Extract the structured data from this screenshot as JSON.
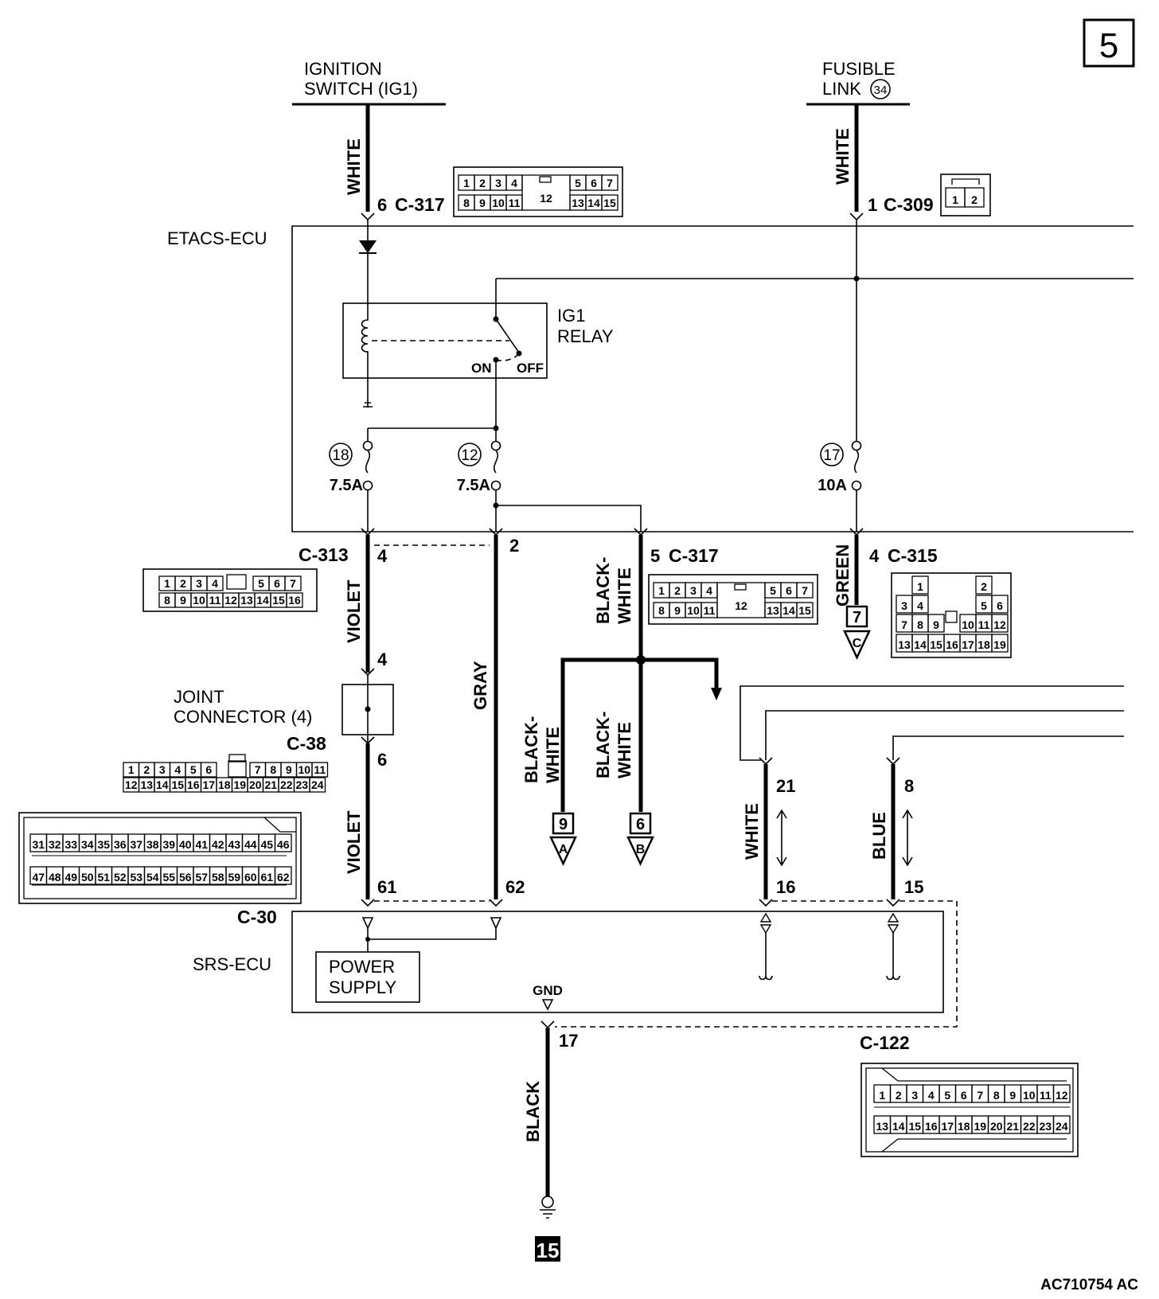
{
  "page_number": "5",
  "figure_id": "AC710754 AC",
  "sources": {
    "ignition_switch": [
      "IGNITION",
      "SWITCH (IG1)"
    ],
    "fusible_link": [
      "FUSIBLE",
      "LINK"
    ],
    "fusible_link_number": "34"
  },
  "modules": {
    "etacs": "ETACS-ECU",
    "srs": "SRS-ECU",
    "power_supply": [
      "POWER",
      "SUPPLY"
    ],
    "gnd": "GND",
    "relay": [
      "IG1",
      "RELAY"
    ],
    "relay_on": "ON",
    "relay_off": "OFF",
    "joint_connector": [
      "JOINT",
      "CONNECTOR (4)"
    ]
  },
  "fuses": [
    {
      "number": "18",
      "rating": "7.5A"
    },
    {
      "number": "12",
      "rating": "7.5A"
    },
    {
      "number": "17",
      "rating": "10A"
    }
  ],
  "connectors": {
    "c317_top": {
      "pin": "6",
      "name": "C-317"
    },
    "c309": {
      "pin": "1",
      "name": "C-309"
    },
    "c313": {
      "name": "C-313",
      "pin_violet": "4",
      "pin_gray": "2"
    },
    "c317_mid": {
      "pin": "5",
      "name": "C-317"
    },
    "c315": {
      "pin": "4",
      "name": "C-315"
    },
    "jc_in": "4",
    "jc_out": "6",
    "c38": {
      "name": "C-38"
    },
    "c30": {
      "name": "C-30",
      "pin_violet": "61",
      "pin_gray": "62"
    },
    "c122": {
      "name": "C-122",
      "pin_white": "16",
      "pin_blue": "15",
      "pin_gnd": "17"
    },
    "white_top_pin": "21",
    "blue_top_pin": "8"
  },
  "wires": {
    "white_ign": "WHITE",
    "white_fl": "WHITE",
    "violet_1": "VIOLET",
    "violet_2": "VIOLET",
    "gray": "GRAY",
    "black_white_1": [
      "BLACK-",
      "WHITE"
    ],
    "black_white_2": [
      "BLACK-",
      "WHITE"
    ],
    "black_white_3": [
      "BLACK-",
      "WHITE"
    ],
    "green": "GREEN",
    "white_srs": "WHITE",
    "blue_srs": "BLUE",
    "black_gnd": "BLACK"
  },
  "references": {
    "green_ref_num": "7",
    "green_ref_letter": "C",
    "bw_ref_a_num": "9",
    "bw_ref_a_letter": "A",
    "bw_ref_b_num": "6",
    "bw_ref_b_letter": "B",
    "ground_ref": "15"
  },
  "connector_faces": {
    "c317_row1": [
      "1",
      "2",
      "3",
      "4",
      "5",
      "6",
      "7"
    ],
    "c317_row2": [
      "8",
      "9",
      "10",
      "11",
      "13",
      "14",
      "15"
    ],
    "c317_center": "12",
    "c309": [
      "1",
      "2"
    ],
    "c313_row1": [
      "1",
      "2",
      "3",
      "4",
      "5",
      "6",
      "7"
    ],
    "c313_row2": [
      "8",
      "9",
      "10",
      "11",
      "12",
      "13",
      "14",
      "15",
      "16"
    ],
    "c315_rows": [
      [
        "1",
        "2"
      ],
      [
        "3",
        "4",
        "5",
        "6"
      ],
      [
        "7",
        "8",
        "9",
        "10",
        "11",
        "12"
      ],
      [
        "13",
        "14",
        "15",
        "16",
        "17",
        "18",
        "19"
      ]
    ],
    "c38_row1": [
      "1",
      "2",
      "3",
      "4",
      "5",
      "6",
      "7",
      "8",
      "9",
      "10",
      "11"
    ],
    "c38_row2": [
      "12",
      "13",
      "14",
      "15",
      "16",
      "17",
      "18",
      "19",
      "20",
      "21",
      "22",
      "23",
      "24"
    ],
    "c30_row1": [
      "31",
      "32",
      "33",
      "34",
      "35",
      "36",
      "37",
      "38",
      "39",
      "40",
      "41",
      "42",
      "43",
      "44",
      "45",
      "46"
    ],
    "c30_row2": [
      "47",
      "48",
      "49",
      "50",
      "51",
      "52",
      "53",
      "54",
      "55",
      "56",
      "57",
      "58",
      "59",
      "60",
      "61",
      "62"
    ],
    "c122_row1": [
      "1",
      "2",
      "3",
      "4",
      "5",
      "6",
      "7",
      "8",
      "9",
      "10",
      "11",
      "12"
    ],
    "c122_row2": [
      "13",
      "14",
      "15",
      "16",
      "17",
      "18",
      "19",
      "20",
      "21",
      "22",
      "23",
      "24"
    ]
  }
}
